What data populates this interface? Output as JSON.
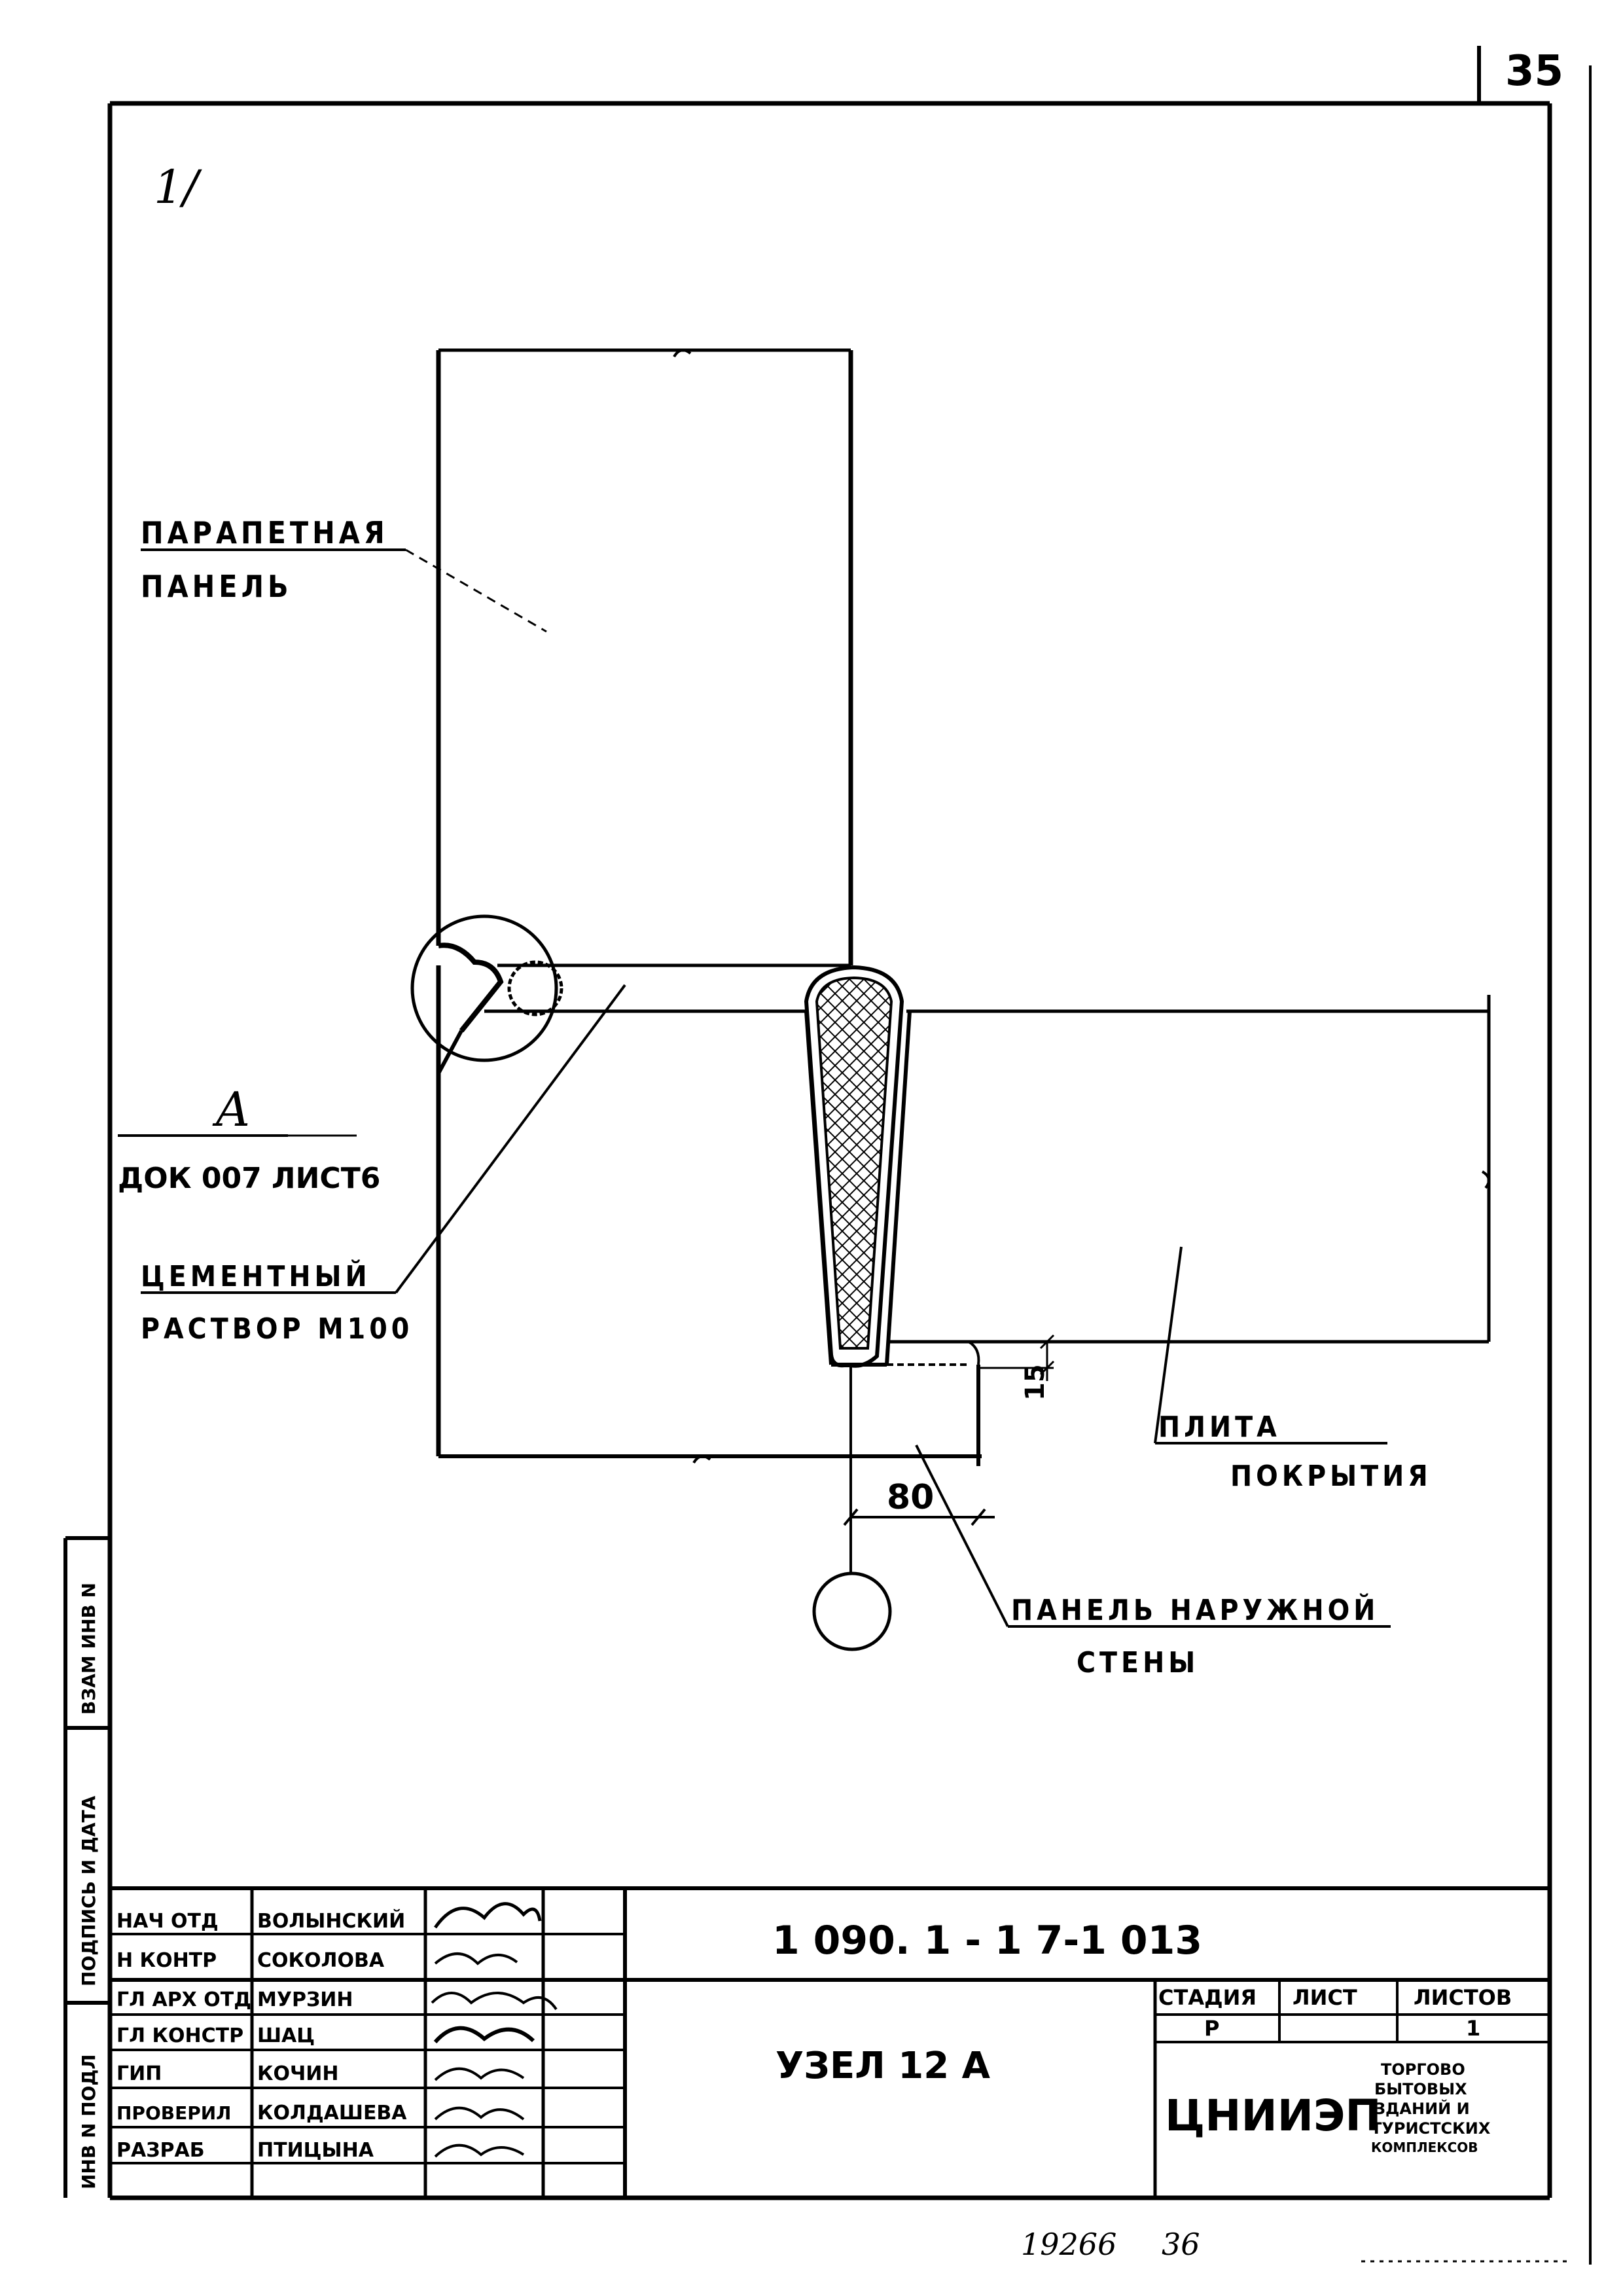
{
  "page_number": "35",
  "corner_mark": "1/",
  "labels": {
    "parapet_line1": "ПАРАПЕТНАЯ",
    "parapet_line2": "ПАНЕЛЬ",
    "detail_letter": "A",
    "detail_ref": "ДОК 007 ЛИСТ6",
    "cement_line1": "ЦЕМЕНТНЫЙ",
    "cement_line2": "РАСТВОР  М100",
    "slab_line1": "ПЛИТА",
    "slab_line2": "ПОКРЫТИЯ",
    "wall_line1": "ПАНЕЛЬ  НАРУЖНОЙ",
    "wall_line2": "СТЕНЫ",
    "dim_80": "80",
    "dim_15": "15"
  },
  "side_stamp": {
    "inv_orig": "ИНВ N ПОДЛ",
    "signature_date": "ПОДПИСЬ И ДАТА",
    "replace_inv": "ВЗАМ ИНВ N"
  },
  "title_block": {
    "document_code": "1 090. 1 - 1  7-1    013",
    "title": "УЗЕЛ  12 А",
    "roles": [
      {
        "role": "НАЧ ОТД",
        "name": "ВОЛЫНСКИЙ"
      },
      {
        "role": "Н КОНТР",
        "name": "СОКОЛОВА"
      },
      {
        "role": "ГЛ АРХ ОТД",
        "name": "МУРЗИН"
      },
      {
        "role": "ГЛ КОНСТР",
        "name": "ШАЦ"
      },
      {
        "role": "ГИП",
        "name": "КОЧИН"
      },
      {
        "role": "ПРОВЕРИЛ",
        "name": "КОЛДАШЕВА"
      },
      {
        "role": "РАЗРАБ",
        "name": "ПТИЦЫНА"
      }
    ],
    "stage_header": "СТАДИЯ",
    "sheet_header": "ЛИСТ",
    "sheets_header": "ЛИСТОВ",
    "stage_value": "Р",
    "sheets_value": "1",
    "org_logo": "ЦНИИЭП",
    "org_desc_lines": [
      "ТОРГОВО",
      "БЫТОВЫХ",
      "ЗДАНИЙ И",
      "ТУРИСТСКИХ",
      "КОМПЛЕКСОВ"
    ]
  },
  "footer": {
    "archive_number": "19266",
    "copy_number": "36"
  }
}
